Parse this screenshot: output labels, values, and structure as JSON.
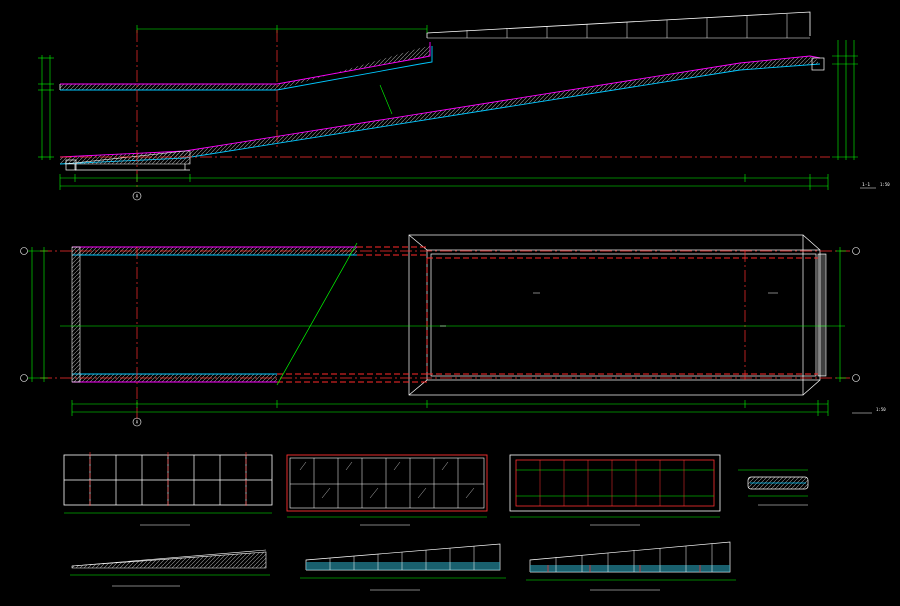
{
  "colors": {
    "background": "#000000",
    "dimension": "#00ff00",
    "axis": "#ff3030",
    "outline": "#ffffff",
    "slab_top": "#ff00ff",
    "slab_bottom": "#00c8ff",
    "hatch": "#9a9a9a",
    "hidden": "#ff2a2a"
  },
  "section": {
    "title": "1-1",
    "scale": "1:50",
    "axis_a": "A"
  },
  "plan": {
    "title": "",
    "scale": "1:50",
    "axis_a": "A"
  },
  "details": [
    {
      "id": "d1"
    },
    {
      "id": "d2"
    },
    {
      "id": "d3"
    },
    {
      "id": "d4"
    },
    {
      "id": "d5"
    },
    {
      "id": "d6"
    },
    {
      "id": "d7"
    }
  ]
}
